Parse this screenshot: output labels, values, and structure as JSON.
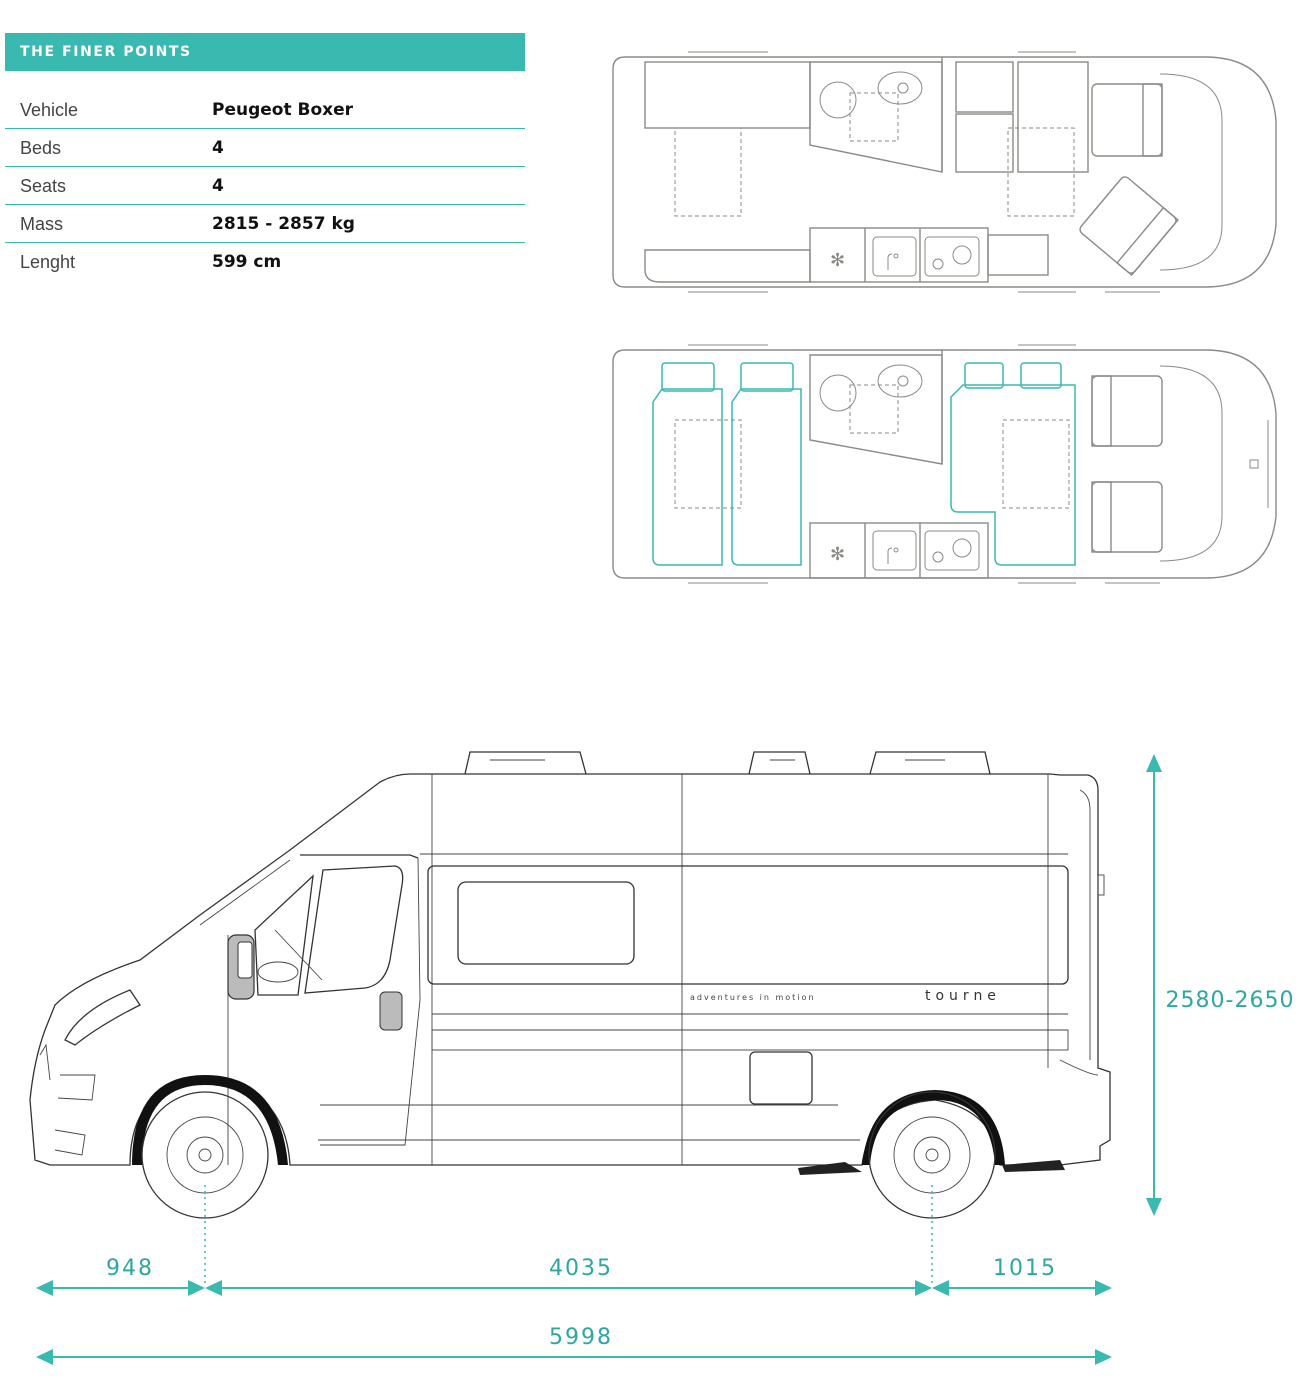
{
  "specs": {
    "title": "THE FINER POINTS",
    "rows": [
      {
        "label": "Vehicle",
        "value": "Peugeot Boxer"
      },
      {
        "label": "Beds",
        "value": "4"
      },
      {
        "label": "Seats",
        "value": "4"
      },
      {
        "label": "Mass",
        "value": "2815 - 2857 kg"
      },
      {
        "label": "Lenght",
        "value": "599 cm"
      }
    ]
  },
  "side_view": {
    "brand_text": "tourne",
    "tagline": "adventures in motion"
  },
  "dimensions": {
    "front_overhang": "948",
    "wheelbase": "4035",
    "rear_overhang": "1015",
    "total_length": "5998",
    "height": "2580-2650"
  },
  "colors": {
    "accent": "#39b9b0",
    "plan_line": "#8a8a86",
    "van_line": "#333333"
  }
}
